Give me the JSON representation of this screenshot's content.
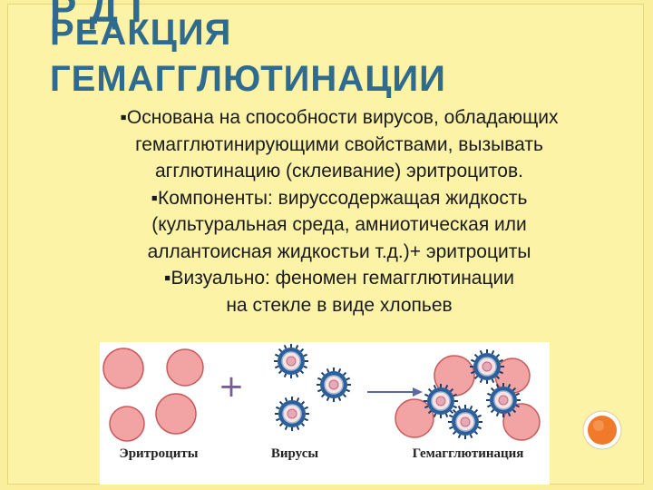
{
  "slide": {
    "title_cut": "Р     Д    Г",
    "title_lines": [
      "РЕАКЦИЯ",
      "ГЕМАГГЛЮТИНАЦИИ"
    ],
    "paragraphs": [
      [
        "▪Основана на способности вирусов, обладающих",
        "гемагглютинирующими свойствами, вызывать",
        "агглютинацию (склеивание) эритроцитов."
      ],
      [
        "▪Компоненты: вируссодержащая жидкость",
        "(культуральная среда, амниотическая или",
        "аллантоисная жидкостьи т.д.)+ эритроциты"
      ],
      [
        "▪Визуально: феномен гемагглютинации",
        "на стекле в виде хлопьев"
      ]
    ]
  },
  "diagram": {
    "labels": {
      "erythrocytes": "Эритроциты",
      "viruses": "Вирусы",
      "hemagglutination": "Гемагглютинация"
    },
    "symbols": {
      "plus": "+"
    },
    "colors": {
      "title": "#2f6b8e",
      "erythrocyte_fill": "#f2a3a3",
      "erythrocyte_stroke": "#c85a5a",
      "virus_ring": "#2d5f9a",
      "virus_core": "#fbe3e3",
      "accent_orange": "#f07a2a"
    },
    "icons": [
      "erythrocyte-icon",
      "virus-icon",
      "plus-icon",
      "arrow-right-icon",
      "orange-circle-icon"
    ]
  }
}
